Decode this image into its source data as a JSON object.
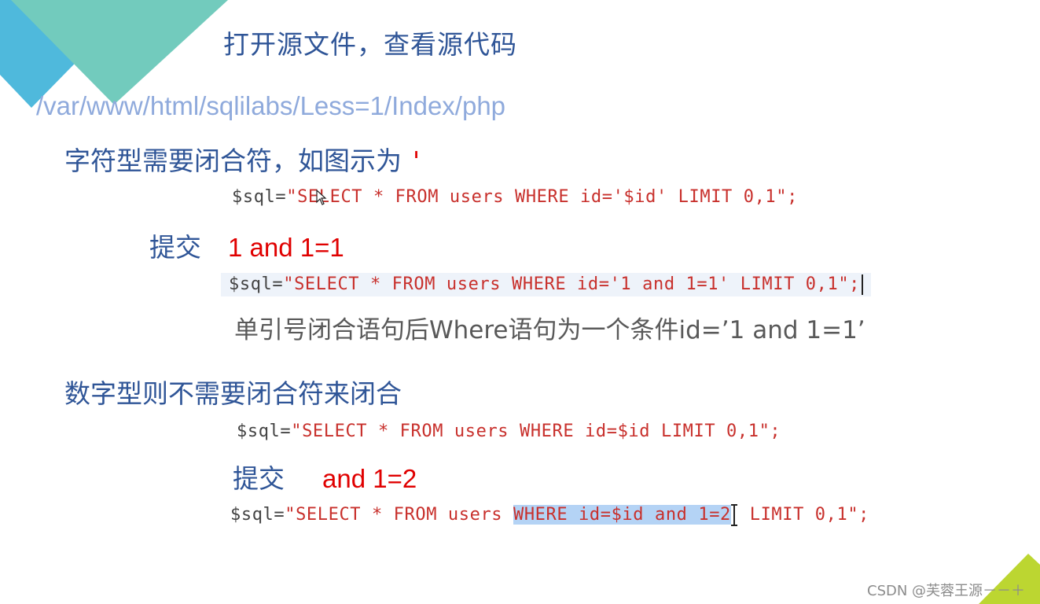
{
  "slide": {
    "title": "打开源文件，查看源代码",
    "file_path": "/var/www/html/sqlilabs/Less=1/Index/php",
    "colors": {
      "title_blue": "#2f5597",
      "path_blue": "#8faadc",
      "emphasis_red": "#e00000",
      "code_red": "#c8302c",
      "note_gray": "#595959",
      "selection_blue": "#b4d3f5",
      "deco_blue": "#4fb9dc",
      "deco_teal": "#72cbbd",
      "deco_green": "#bcd631"
    },
    "string_type": {
      "heading": "字符型需要闭合符，如图示为",
      "closing_char": "'",
      "code_original": {
        "var": "$sql=",
        "query": "\"SELECT * FROM users WHERE id='$id' LIMIT 0,1\";"
      },
      "submit_label": "提交",
      "submit_value": "1 and 1=1",
      "code_injected": {
        "var": "$sql=",
        "query": "\"SELECT * FROM users WHERE id='1 and 1=1' LIMIT 0,1\";"
      },
      "note": "单引号闭合语句后Where语句为一个条件id=’1 and 1=1’"
    },
    "numeric_type": {
      "heading": "数字型则不需要闭合符来闭合",
      "code_original": {
        "var": "$sql=",
        "query": "\"SELECT * FROM users WHERE id=$id LIMIT 0,1\";"
      },
      "submit_label": "提交",
      "submit_value": "and 1=2",
      "code_injected": {
        "var": "$sql=",
        "pre": "\"SELECT * FROM users ",
        "highlight": "WHERE id=$id and 1=2",
        "post": " LIMIT 0,1\";"
      }
    },
    "watermark": "CSDN @芙蓉王源－－＋"
  }
}
